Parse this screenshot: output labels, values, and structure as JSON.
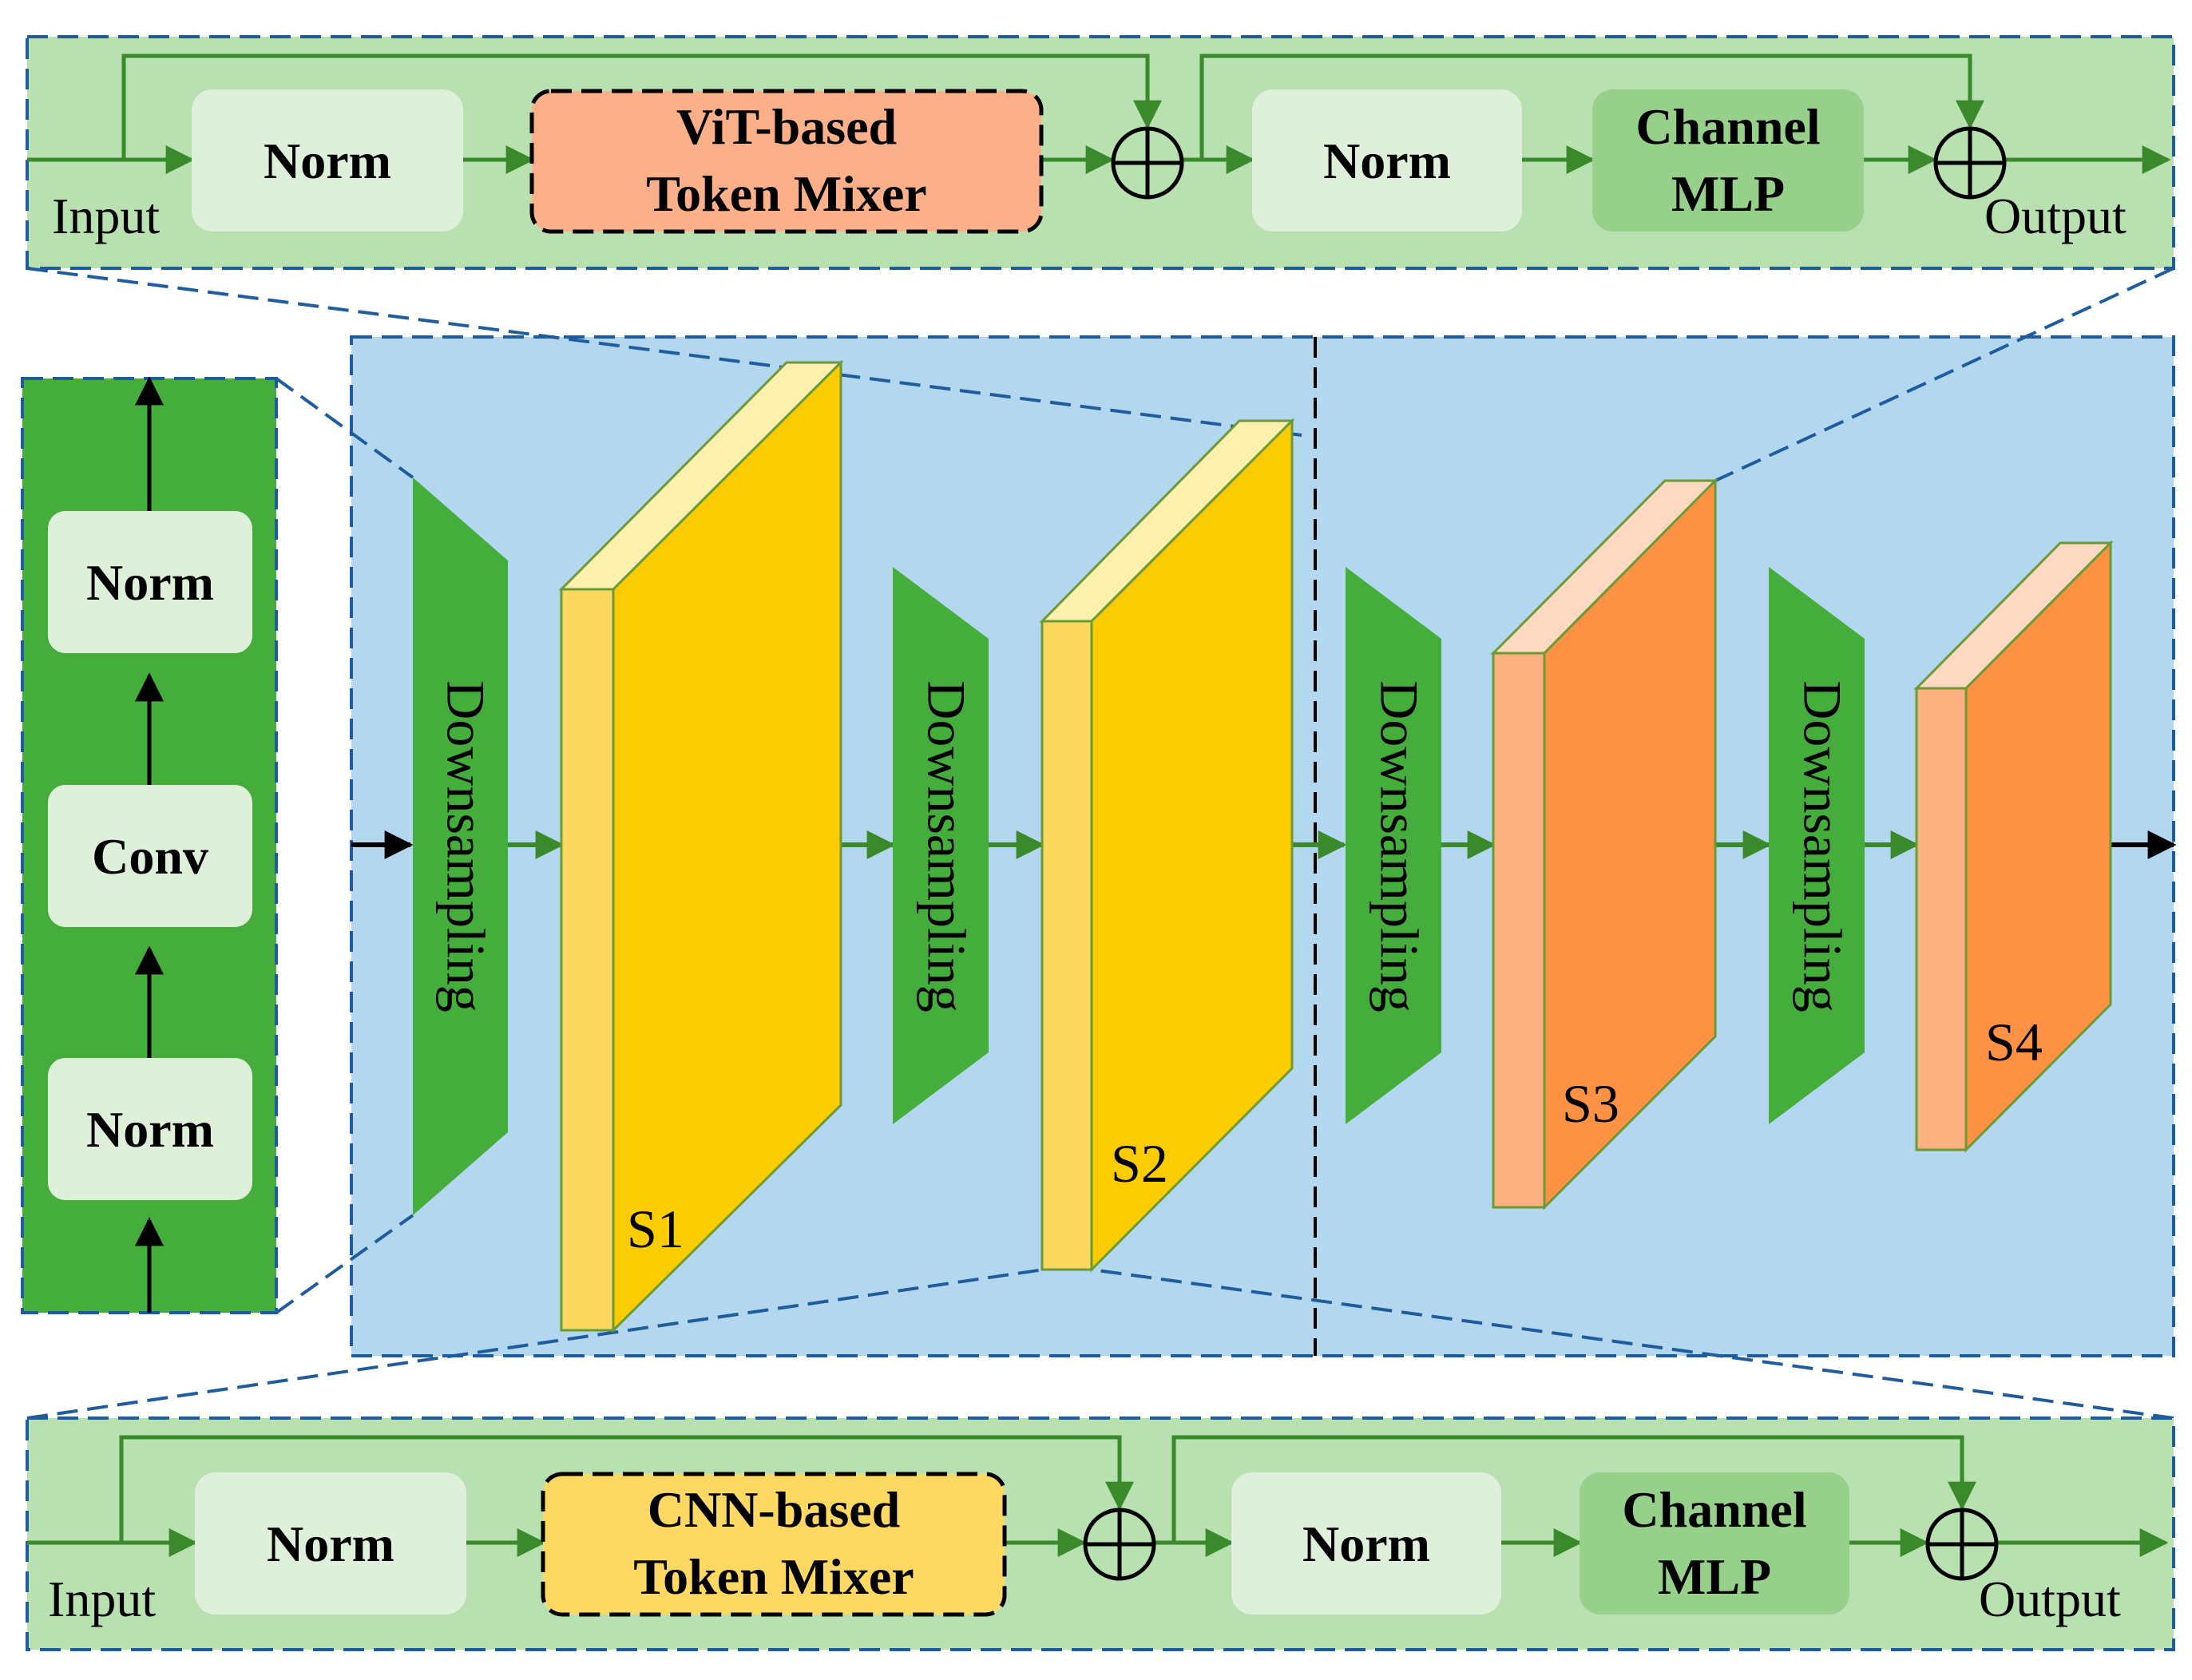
{
  "colors": {
    "panel_green": "#b8e0b0",
    "panel_border": "#1f5c9e",
    "main_blue": "#b2d7ee",
    "box_light": "#def0da",
    "box_mid": "#97d08a",
    "vit_mixer": "#fbb08a",
    "cnn_mixer": "#fdd862",
    "dark_green": "#44ad3c",
    "arrow_green": "#3a8a2c",
    "yellow_front": "#fcd95e",
    "yellow_top": "#fdf0ae",
    "yellow_side": "#fccc02",
    "orange_front": "#fdb080",
    "orange_top": "#fdd9c2",
    "orange_side": "#fd9144"
  },
  "vit_block": {
    "input": "Input",
    "norm1": "Norm",
    "mixer_line1": "ViT-based",
    "mixer_line2": "Token Mixer",
    "norm2": "Norm",
    "mlp_line1": "Channel",
    "mlp_line2": "MLP",
    "output": "Output"
  },
  "cnn_block": {
    "input": "Input",
    "norm1": "Norm",
    "mixer_line1": "CNN-based",
    "mixer_line2": "Token Mixer",
    "norm2": "Norm",
    "mlp_line1": "Channel",
    "mlp_line2": "MLP",
    "output": "Output"
  },
  "downsample_block": {
    "top": "Norm",
    "middle": "Conv",
    "bottom": "Norm"
  },
  "downsampling_label": "Downsampling",
  "stages": [
    "S1",
    "S2",
    "S3",
    "S4"
  ]
}
